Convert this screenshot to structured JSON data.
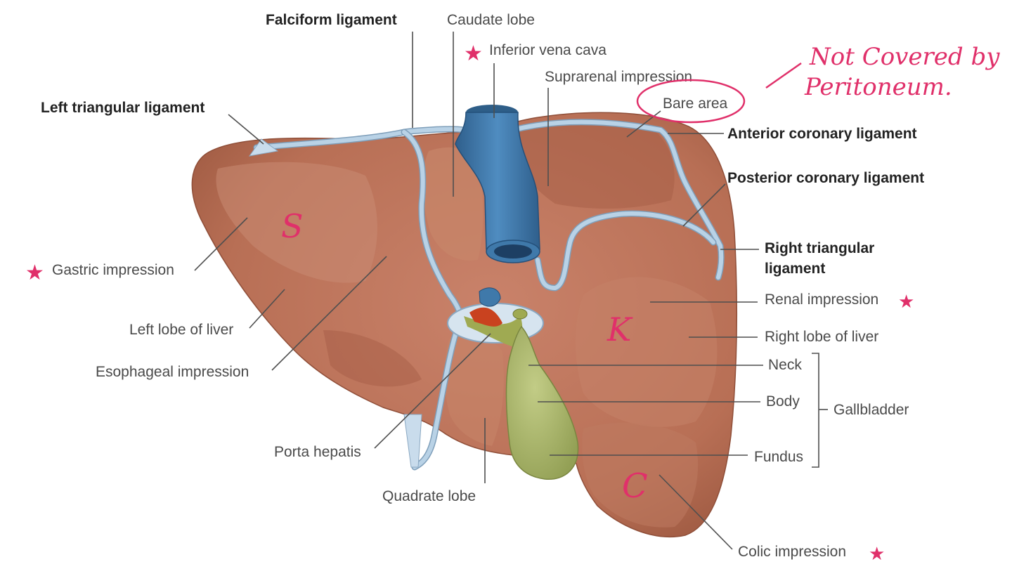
{
  "labels": {
    "falciform_ligament": "Falciform ligament",
    "caudate_lobe": "Caudate lobe",
    "inferior_vena_cava": "Inferior vena cava",
    "suprarenal_impression": "Suprarenal impression",
    "bare_area": "Bare area",
    "left_triangular_ligament": "Left triangular ligament",
    "anterior_coronary_ligament": "Anterior coronary ligament",
    "posterior_coronary_ligament": "Posterior coronary ligament",
    "right_triangular_ligament_line1": "Right triangular",
    "right_triangular_ligament_line2": "ligament",
    "gastric_impression": "Gastric impression",
    "renal_impression": "Renal impression",
    "left_lobe_of_liver": "Left lobe of liver",
    "right_lobe_of_liver": "Right lobe of liver",
    "esophageal_impression": "Esophageal impression",
    "neck": "Neck",
    "body": "Body",
    "gallbladder": "Gallbladder",
    "fundus": "Fundus",
    "porta_hepatis": "Porta hepatis",
    "quadrate_lobe": "Quadrate lobe",
    "colic_impression": "Colic impression"
  },
  "annotations": {
    "note_line1": "Not Covered by",
    "note_line2": "Peritoneum.",
    "letter_stomach": "S",
    "letter_kidney": "K",
    "letter_colon": "C",
    "star": "★"
  },
  "colors": {
    "liver": "#b86f55",
    "liver_dark": "#a05b42",
    "ivc": "#3f79aa",
    "gallbladder": "#a8b46a",
    "ligament": "#b9d2e6",
    "annotation": "#e0306a"
  }
}
